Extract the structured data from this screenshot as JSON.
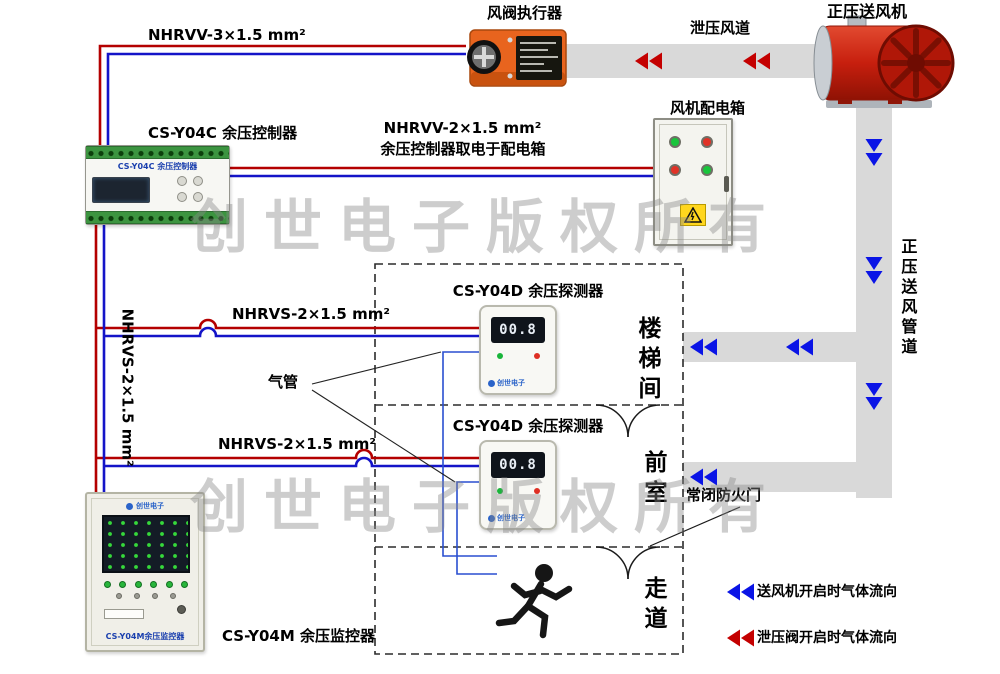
{
  "watermark": "创世电子版权所有",
  "fan": {
    "label": "正压送风机"
  },
  "damper": {
    "label": "风阀执行器"
  },
  "ducts": {
    "relief_label": "泄压风道",
    "supply_label": "正压送风管道"
  },
  "dist_box": {
    "label": "风机配电箱"
  },
  "controller": {
    "label": "CS-Y04C 余压控制器",
    "panel_text": "CS-Y04C 余压控制器"
  },
  "monitor": {
    "label": "CS-Y04M 余压监控器",
    "panel_text": "CS-Y04M余压监控器",
    "brand": "创世电子"
  },
  "wires": {
    "actuator_cable": "NHRVV-3×1.5 mm²",
    "power_cable": "NHRVV-2×1.5 mm²",
    "power_note": "余压控制器取电于配电箱",
    "detector1_cable": "NHRVS-2×1.5 mm²",
    "detector2_cable": "NHRVS-2×1.5 mm²",
    "monitor_cable": "NHRVS-2×1.5 mm²"
  },
  "detectors": [
    {
      "label": "CS-Y04D 余压探测器",
      "reading": "00.8",
      "brand": "创世电子"
    },
    {
      "label": "CS-Y04D 余压探测器",
      "reading": "00.8",
      "brand": "创世电子"
    }
  ],
  "rooms": [
    {
      "name": "楼梯间"
    },
    {
      "name": "前室"
    },
    {
      "name": "走道"
    }
  ],
  "annotations": {
    "air_tube": "气管",
    "fire_door": "常闭防火门"
  },
  "legend": [
    {
      "color": "#0a14e6",
      "text": "送风机开启时气体流向"
    },
    {
      "color": "#c40000",
      "text": "泄压阀开启时气体流向"
    }
  ],
  "colors": {
    "wire_red": "#b40000",
    "wire_blue": "#1414c8",
    "duct_gray": "#d9d9d9",
    "arrow_blue": "#0a14e6",
    "arrow_red": "#c40000",
    "actuator_orange": "#e8641e",
    "fan_red": "#c2180a"
  }
}
